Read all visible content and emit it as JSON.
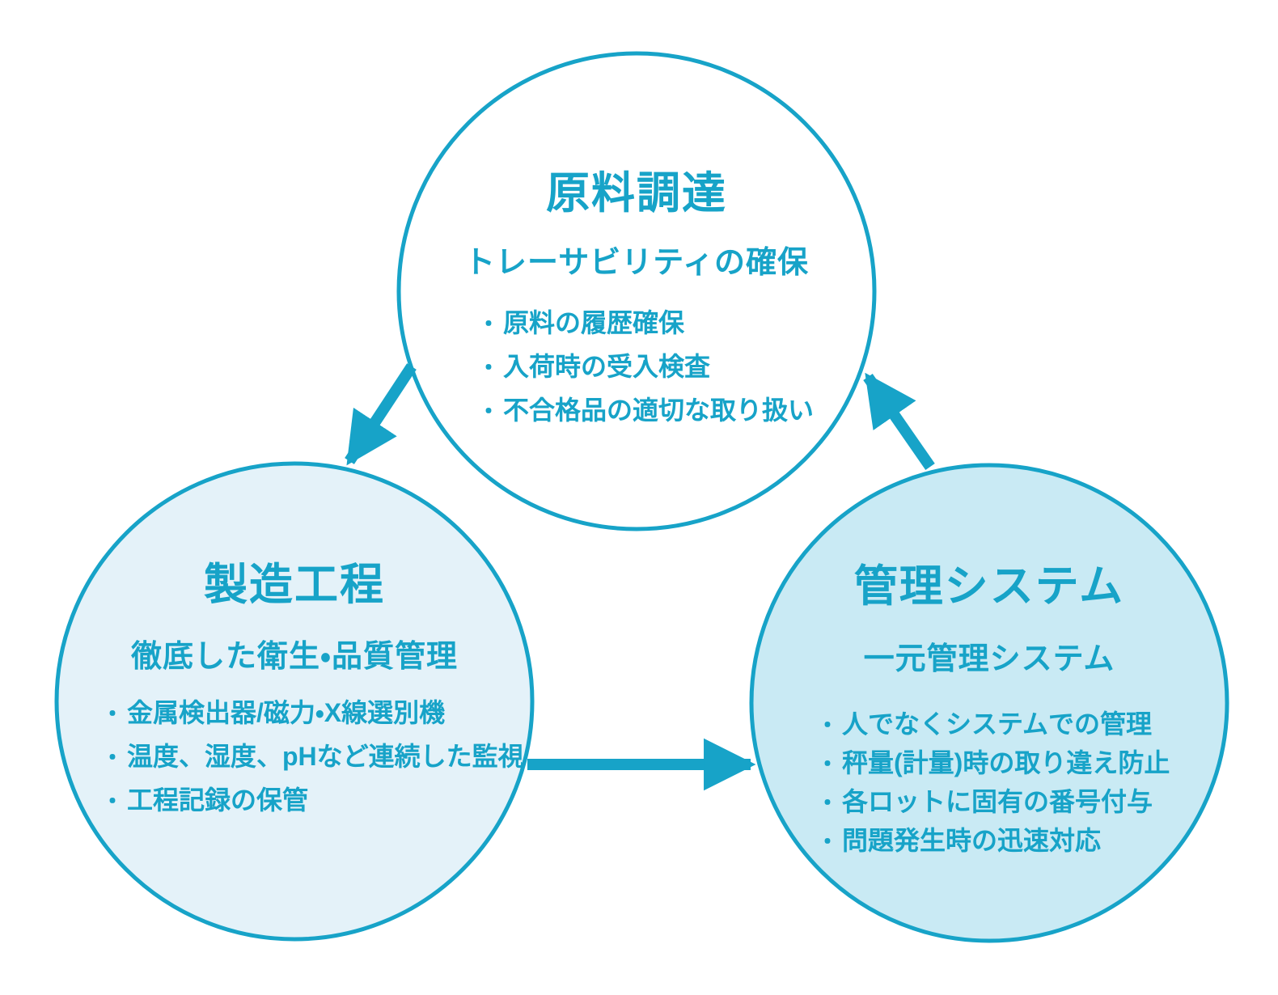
{
  "colors": {
    "accent": "#17A3C8",
    "top_circle_fill": "#FFFFFF",
    "left_circle_fill": "#E4F2F9",
    "right_circle_fill": "#C9EAF4",
    "background": "#FFFFFF"
  },
  "diagram": {
    "type": "cycle",
    "bullet_glyph": "・",
    "nodes": [
      {
        "id": "raw-material-procurement",
        "title": "原料調達",
        "subtitle": "トレーサビリティの確保",
        "bullets": [
          "原料の履歴確保",
          "入荷時の受入検査",
          "不合格品の適切な取り扱い"
        ]
      },
      {
        "id": "manufacturing-process",
        "title": "製造工程",
        "subtitle": "徹底した衛生・品質管理",
        "bullets": [
          "金属検出器/磁力・X線選別機",
          "温度、湿度、pHなど連続した監視",
          "工程記録の保管"
        ]
      },
      {
        "id": "management-system",
        "title": "管理システム",
        "subtitle": "一元管理システム",
        "bullets": [
          "人でなくシステムでの管理",
          "秤量(計量)時の取り違え防止",
          "各ロットに固有の番号付与",
          "問題発生時の迅速対応"
        ]
      }
    ],
    "arrows": [
      {
        "from": "raw-material-procurement",
        "to": "manufacturing-process"
      },
      {
        "from": "manufacturing-process",
        "to": "management-system"
      },
      {
        "from": "management-system",
        "to": "raw-material-procurement"
      }
    ]
  }
}
